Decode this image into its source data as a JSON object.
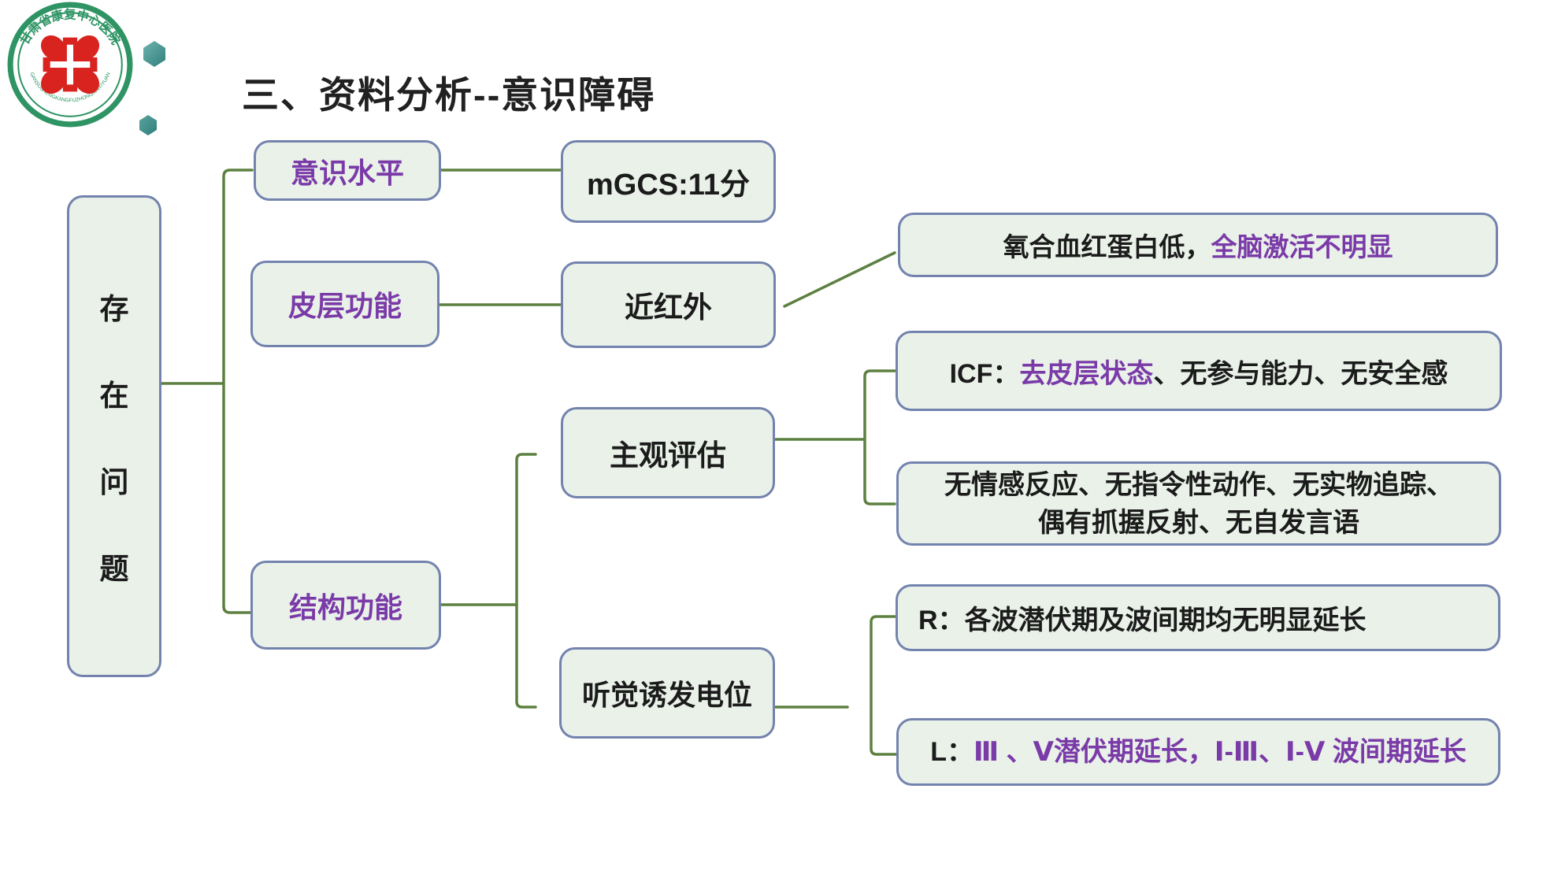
{
  "title": "三、资料分析--意识障碍",
  "logo": {
    "arc_top": "甘肃省康复中心医院",
    "arc_bottom": "GANSUSHENGKANGFUZHONGXINYIYUAN"
  },
  "nodes": {
    "existing_problems": [
      "存",
      "在",
      "问",
      "题"
    ],
    "consciousness_level": "意识水平",
    "mgcs_score": "mGCS:11分",
    "cortical_function": "皮层功能",
    "nirs": "近红外",
    "oxy": {
      "black": "氧合血红蛋白低，",
      "purple": "全脑激活不明显"
    },
    "subjective_assessment": "主观评估",
    "icf": {
      "black1": "ICF：",
      "purple": "去皮层状态",
      "black2": "、无参与能力、无安全感"
    },
    "no_emotion": {
      "line1": "无情感反应、无指令性动作、无实物追踪、",
      "line2": "偶有抓握反射、无自发言语"
    },
    "structural_function": "结构功能",
    "auditory_evoked_potential": "听觉诱发电位",
    "r_result": {
      "black": "R：",
      "rest": "各波潜伏期及波间期均无明显延长"
    },
    "l_result": {
      "black": "L：",
      "purple": "Ⅲ 、Ⅴ潜伏期延长，Ⅰ-Ⅲ、Ⅰ-Ⅴ 波间期延长"
    }
  },
  "colors": {
    "purple": "#7a3aa8",
    "green": "#5d8040",
    "box_fill": "#e9f1e9",
    "box_border": "#7383ae",
    "ink": "#1b1b1b",
    "logo_green": "#2e9464",
    "logo_red": "#d8231f"
  }
}
